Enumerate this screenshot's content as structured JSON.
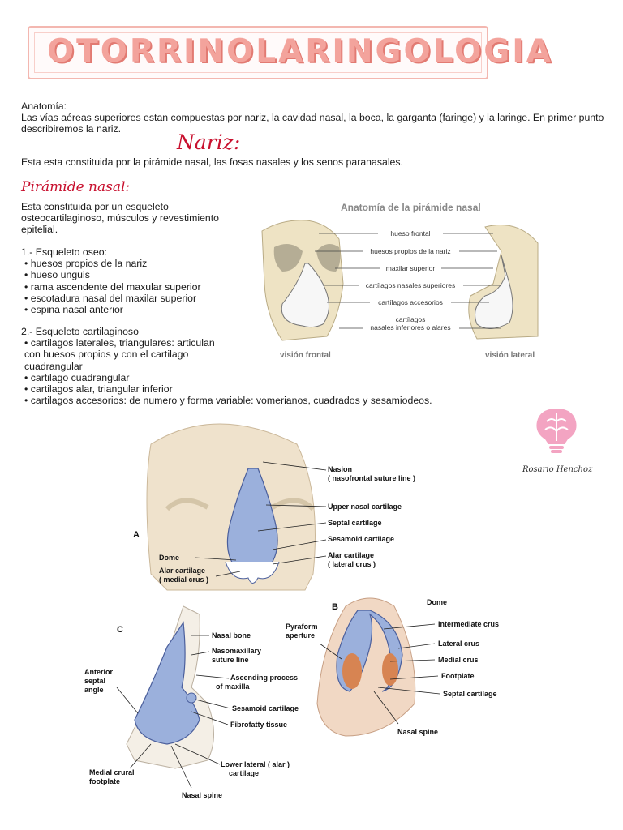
{
  "title": "OTORRINOLARINGOLOGIA",
  "intro": {
    "heading": "Anatomía:",
    "text": "Las vías aéreas superiores estan compuestas por nariz, la cavidad nasal, la boca, la garganta (faringe) y la laringe. En primer punto describiremos la nariz."
  },
  "nariz": {
    "heading": "Nariz:",
    "text": "Esta esta constituida por la pirámide nasal, las fosas nasales y los senos paranasales."
  },
  "piramide": {
    "heading": "Pirámide nasal:",
    "text": "Esta constituida por un esqueleto osteocartilaginoso, músculos y revestimiento epitelial.",
    "oseo_heading": "1.- Esqueleto oseo:",
    "oseo_items": [
      "huesos propios de la nariz",
      "hueso unguis",
      "rama ascendente del maxular superior",
      "escotadura nasal del maxilar superior",
      "espina nasal anterior"
    ],
    "cart_heading": "2.- Esqueleto cartilaginoso",
    "cart_items": [
      "cartilagos laterales, triangulares: articulan con huesos propios y con el cartilago cuadrangular",
      "cartilago cuadrangular",
      "cartilagos alar, triangular inferior",
      "cartilagos accesorios: de numero y forma variable: vomerianos, cuadrados y sesamiodeos."
    ]
  },
  "diagram1": {
    "title": "Anatomía de la pirámide nasal",
    "labels": [
      "hueso frontal",
      "huesos propios de la nariz",
      "maxilar superior",
      "cartílagos nasales superiores",
      "cartílagos accesorios",
      "cartílagos",
      "nasales inferiores o alares"
    ],
    "caption_left": "visión frontal",
    "caption_right": "visión lateral"
  },
  "signature": "Rosario Henchoz",
  "diagram2": {
    "panel_a": "A",
    "panel_b": "B",
    "panel_c": "C",
    "a_labels": {
      "nasion": "Nasion",
      "nasion_sub": "( nasofrontal suture line )",
      "upper": "Upper nasal cartilage",
      "septal": "Septal cartilage",
      "sesamoid": "Sesamoid cartilage",
      "alar": "Alar cartilage",
      "alar_sub": "( lateral crus )",
      "dome": "Dome",
      "alar_medial": "Alar cartilage",
      "alar_medial_sub": "( medial crus )"
    },
    "b_labels": {
      "dome": "Dome",
      "pyr1": "Pyraform",
      "pyr2": "aperture",
      "intermediate": "Intermediate crus",
      "lateral": "Lateral crus",
      "medial": "Medial crus",
      "footplate": "Footplate",
      "septal": "Septal cartilage",
      "spine": "Nasal spine"
    },
    "c_labels": {
      "bone": "Nasal bone",
      "naso1": "Nasomaxillary",
      "naso2": "suture line",
      "asc1": "Ascending process",
      "asc2": "of maxilla",
      "sesamoid": "Sesamoid cartilage",
      "fibro": "Fibrofatty tissue",
      "ant1": "Anterior",
      "ant2": "septal",
      "ant3": "angle",
      "lower1": "Lower lateral ( alar )",
      "lower2": "cartilage",
      "med1": "Medial crural",
      "med2": "footplate",
      "spine": "Nasal spine"
    }
  }
}
